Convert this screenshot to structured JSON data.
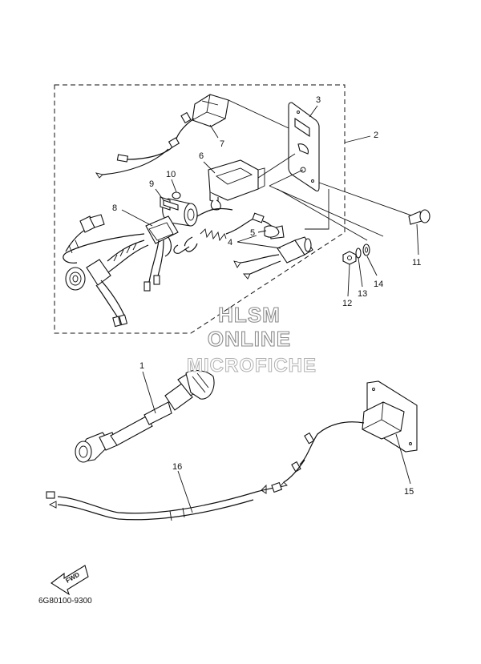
{
  "callouts": {
    "c1": "1",
    "c2": "2",
    "c3": "3",
    "c4": "4",
    "c5": "5",
    "c6": "6",
    "c7": "7",
    "c8": "8",
    "c9": "9",
    "c10": "10",
    "c11": "11",
    "c12": "12",
    "c13": "13",
    "c14": "14",
    "c15": "15",
    "c16": "16"
  },
  "watermark": {
    "line1": "HLSM",
    "line2": "ONLINE",
    "line3": "MICROFICHE"
  },
  "fwd_label": "FWD",
  "diagram_code": "6G80100-9300"
}
